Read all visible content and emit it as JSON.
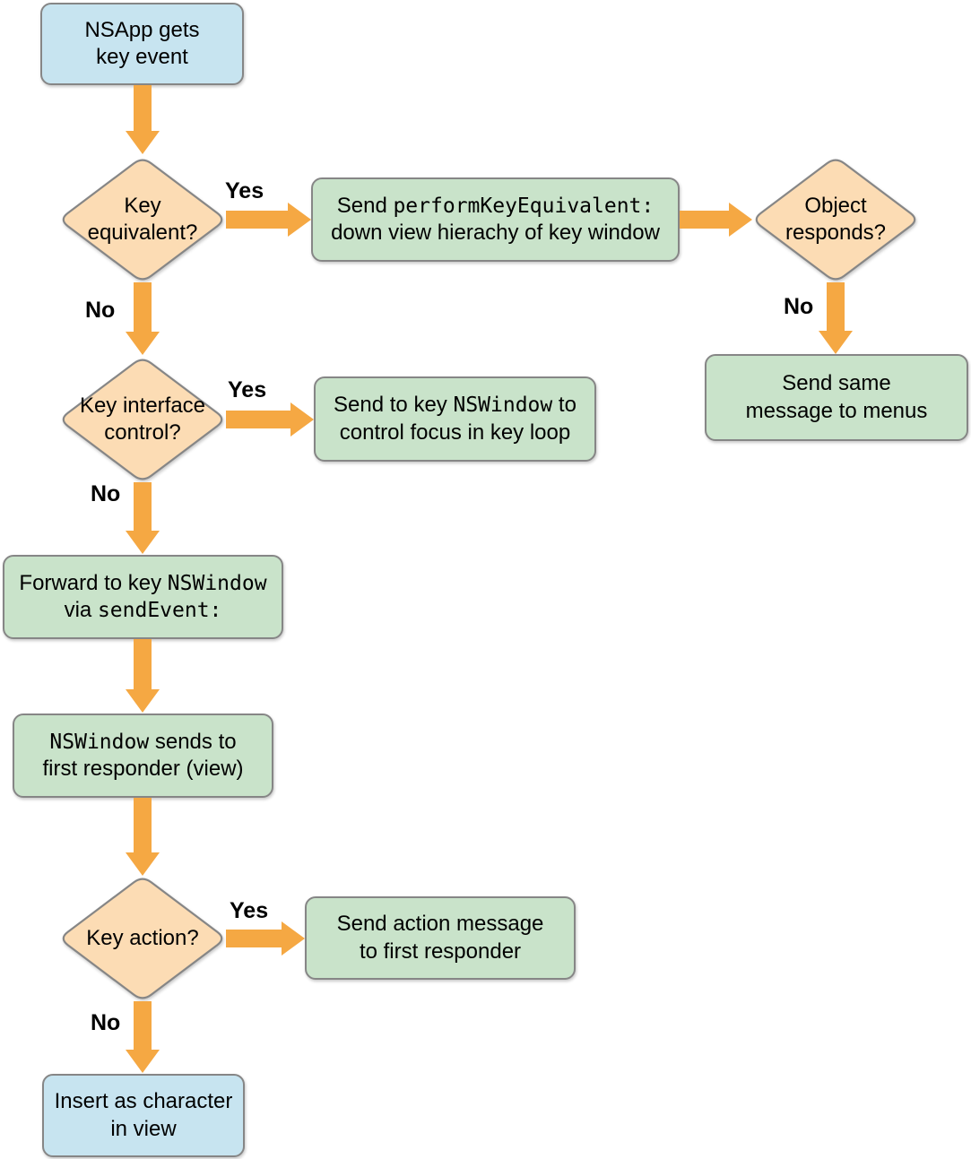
{
  "colors": {
    "box_blue": "#c7e4f0",
    "box_green": "#c9e3ca",
    "diamond_orange": "#fcdcb4",
    "arrow_orange": "#f5a843",
    "border_gray": "#868686",
    "text": "#000000"
  },
  "nodes": {
    "nsapp": {
      "l1": "NSApp gets",
      "l2": "key event"
    },
    "key_equivalent": {
      "l1": "Key",
      "l2": "equivalent?"
    },
    "perform": {
      "l1a": "Send ",
      "l1b": "performKeyEquivalent:",
      "l2": "down view hierachy of key window"
    },
    "object_responds": {
      "l1": "Object",
      "l2": "responds?"
    },
    "menus": {
      "l1": "Send same",
      "l2": "message to menus"
    },
    "key_interface": {
      "l1": "Key interface",
      "l2": "control?"
    },
    "focus": {
      "l1a": "Send to key ",
      "l1b": "NSWindow",
      "l1c": " to",
      "l2": "control focus in key loop"
    },
    "forward": {
      "l1a": "Forward to key ",
      "l1b": "NSWindow",
      "l2a": "via ",
      "l2b": "sendEvent:"
    },
    "sends": {
      "l1a": "NSWindow",
      "l1b": " sends to",
      "l2": "first responder (view)"
    },
    "key_action": {
      "l1": "Key action?"
    },
    "action": {
      "l1": "Send action message",
      "l2": "to first responder"
    },
    "insert": {
      "l1": "Insert as character",
      "l2": "in view"
    }
  },
  "labels": {
    "yes_key_equivalent": "Yes",
    "no_key_equivalent": "No",
    "no_object_responds": "No",
    "yes_key_interface": "Yes",
    "no_key_interface": "No",
    "yes_key_action": "Yes",
    "no_key_action": "No"
  }
}
